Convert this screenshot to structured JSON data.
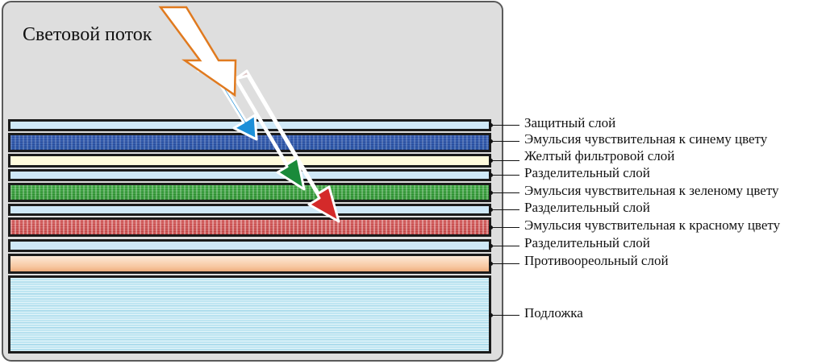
{
  "diagram": {
    "title": "Световой поток",
    "colors": {
      "panel_bg": "#dedede",
      "panel_border": "#5a5a5a",
      "separator": "#cfe8f7",
      "yellow_filter": "#fffbdc",
      "blue_emulsion": "#2e5aa8",
      "green_emulsion": "#3a9a3e",
      "red_emulsion": "#c95454",
      "antihalation": "#f7c7a0",
      "substrate": "#bfe6f2",
      "light_arrow_outline": "#e07a1f",
      "blue_ray": "#1c8fd8",
      "green_ray": "#1a8a3a",
      "red_ray": "#d42a2a"
    },
    "layers": [
      {
        "id": "protective",
        "label": "Защитный слой"
      },
      {
        "id": "blue-emulsion",
        "label": "Эмульсия чувствительная к синему цвету"
      },
      {
        "id": "yellow-filter",
        "label": "Желтый фильтровой слой"
      },
      {
        "id": "separator-1",
        "label": "Разделительный слой"
      },
      {
        "id": "green-emulsion",
        "label": "Эмульсия чувствительная к зеленому цвету"
      },
      {
        "id": "separator-2",
        "label": "Разделительный слой"
      },
      {
        "id": "red-emulsion",
        "label": "Эмульсия чувствительная к красному цвету"
      },
      {
        "id": "separator-3",
        "label": "Разделительный слой"
      },
      {
        "id": "antihalation",
        "label": "Противоореольный слой"
      },
      {
        "id": "substrate",
        "label": "Подложка"
      }
    ]
  }
}
